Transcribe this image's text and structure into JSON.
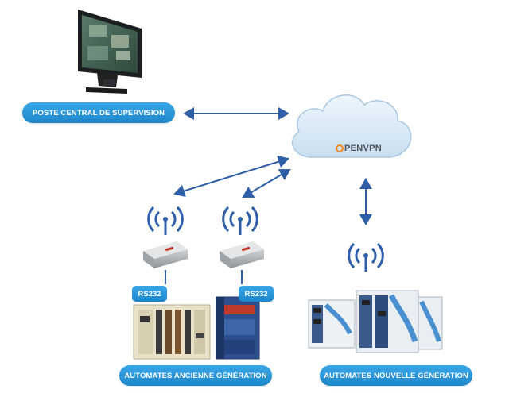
{
  "labels": {
    "central": "POSTE CENTRAL DE SUPERVISION",
    "rs232_left": "RS232",
    "rs232_right": "RS232",
    "old_plc": "AUTOMATES ANCIENNE GÉNÉRATION",
    "new_plc": "AUTOMATES NOUVELLE GÉNÉRATION"
  },
  "logo": {
    "open": "PEN",
    "vpn": "VPN"
  },
  "colors": {
    "pill": "#1d86cc",
    "arrow": "#2f5fa8",
    "cloud": "#dcebf7",
    "logo_orange": "#f08a1c"
  },
  "icons": [
    "monitor-icon",
    "cloud-icon",
    "antenna-icon",
    "modem-icon",
    "plc-rack-icon"
  ]
}
